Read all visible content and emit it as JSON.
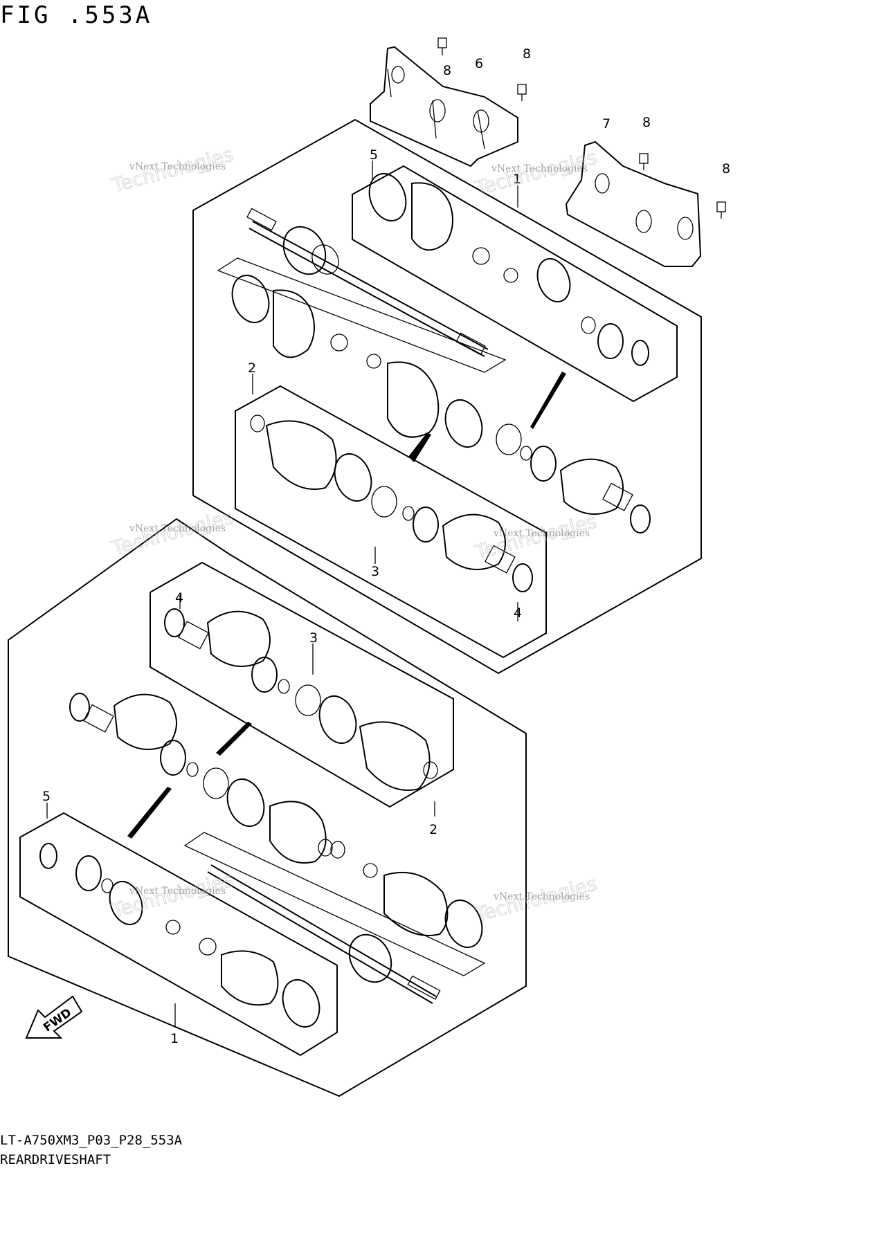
{
  "figure": {
    "title": "FIG .553A",
    "code": "LT-A750XM3_P03_P28_553A",
    "caption": "REARDRIVESHAFT"
  },
  "callouts": [
    "1",
    "2",
    "3",
    "4",
    "5",
    "6",
    "7",
    "8"
  ],
  "watermark": {
    "line1": "vNext Technologies",
    "line2": "vNext",
    "line3": "Technologies"
  },
  "fwd_label": "FWD"
}
